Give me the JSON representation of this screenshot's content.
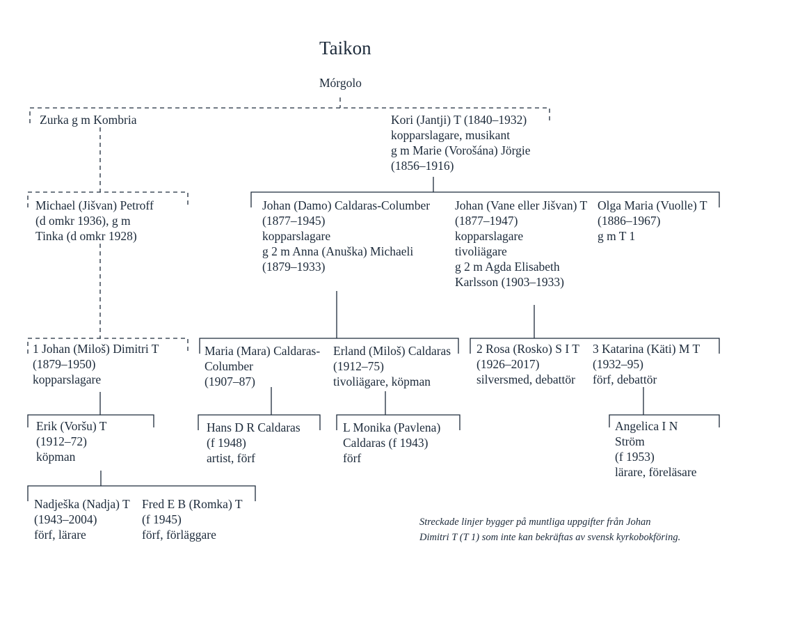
{
  "title": "Taikon",
  "nodes": [
    {
      "id": "morgolo",
      "lines": [
        "Mórgolo"
      ]
    },
    {
      "id": "zurka",
      "lines": [
        "Zurka g m Kombria"
      ]
    },
    {
      "id": "kori",
      "lines": [
        "Kori (Jantji) T (1840–1932)",
        "kopparslagare, musikant",
        "g m Marie (Vorošána) Jörgie",
        "(1856–1916)"
      ]
    },
    {
      "id": "michael",
      "lines": [
        "Michael (Jišvan) Petroff",
        "(d omkr 1936), g m",
        "Tinka (d omkr 1928)"
      ]
    },
    {
      "id": "johan-damo",
      "lines": [
        "Johan (Damo) Caldaras-Columber",
        "(1877–1945)",
        "kopparslagare",
        "g 2 m Anna (Anuška) Michaeli",
        "(1879–1933)"
      ]
    },
    {
      "id": "johan-vane",
      "lines": [
        "Johan (Vane eller Jišvan) T",
        "(1877–1947)",
        "kopparslagare",
        "tivoliägare",
        "g 2 m Agda Elisabeth",
        "Karlsson (1903–1933)"
      ]
    },
    {
      "id": "olga",
      "lines": [
        "Olga Maria (Vuolle) T",
        "(1886–1967)",
        "g m T 1"
      ]
    },
    {
      "id": "johan-milos",
      "lines": [
        "1 Johan (Miloš) Dimitri T",
        "(1879–1950)",
        "kopparslagare"
      ]
    },
    {
      "id": "maria",
      "lines": [
        "Maria (Mara) Caldaras-",
        "Columber",
        "(1907–87)"
      ]
    },
    {
      "id": "erland",
      "lines": [
        "Erland (Miloš) Caldaras",
        "(1912–75)",
        "tivoliägare, köpman"
      ]
    },
    {
      "id": "rosa",
      "lines": [
        "2 Rosa (Rosko) S I T",
        "(1926–2017)",
        "silversmed, debattör"
      ]
    },
    {
      "id": "katarina",
      "lines": [
        "3 Katarina (Käti) M T",
        "(1932–95)",
        "förf, debattör"
      ]
    },
    {
      "id": "erik",
      "lines": [
        "Erik (Voršu) T",
        "(1912–72)",
        "köpman"
      ]
    },
    {
      "id": "hans",
      "lines": [
        "Hans D R Caldaras",
        "(f 1948)",
        "artist, förf"
      ]
    },
    {
      "id": "monika",
      "lines": [
        "L Monika (Pavlena)",
        "Caldaras (f 1943)",
        "förf"
      ]
    },
    {
      "id": "angelica",
      "lines": [
        "Angelica I N",
        "Ström",
        "(f 1953)",
        "lärare, föreläsare"
      ]
    },
    {
      "id": "nadjeska",
      "lines": [
        "Nadješka (Nadja) T",
        "(1943–2004)",
        "förf, lärare"
      ]
    },
    {
      "id": "fred",
      "lines": [
        "Fred E B (Romka) T",
        "(f 1945)",
        "förf, förläggare"
      ]
    }
  ],
  "note": [
    "Streckade linjer bygger på muntliga uppgifter från Johan",
    "Dimitri T (T 1) som inte kan bekräftas av svensk kyrkobokföring."
  ]
}
